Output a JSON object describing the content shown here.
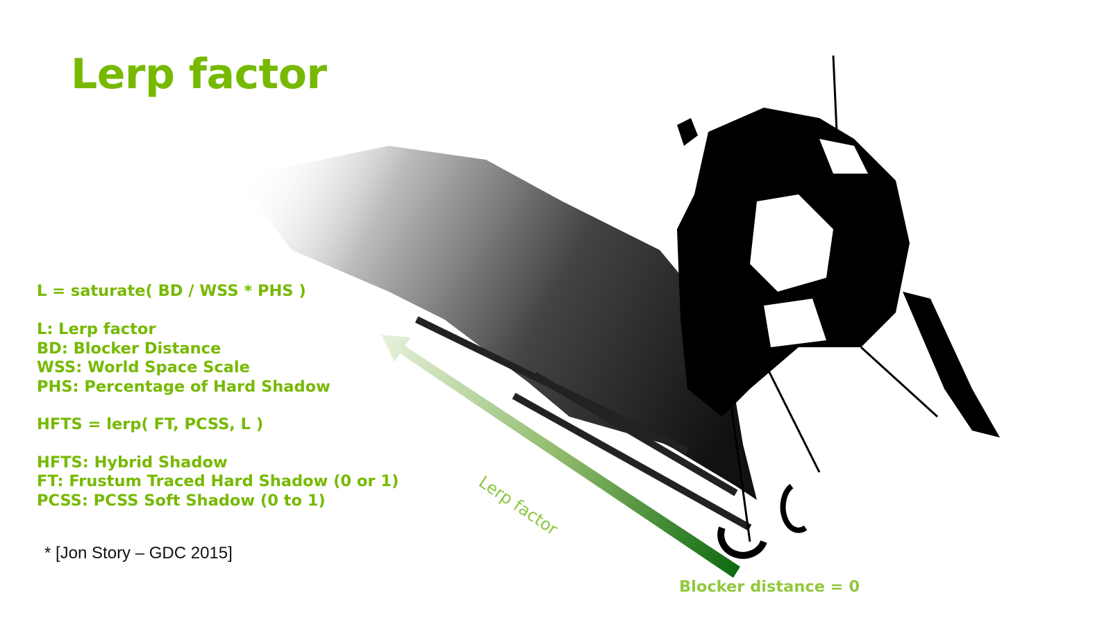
{
  "slide": {
    "title": "Lerp factor",
    "formula_lines": [
      "L = saturate( BD / WSS * PHS )",
      "L: Lerp factor",
      "BD: Blocker Distance",
      "WSS: World Space Scale",
      "PHS: Percentage of Hard Shadow",
      "HFTS = lerp( FT, PCSS, L )",
      "HFTS: Hybrid Shadow",
      "FT: Frustum Traced Hard Shadow (0 or 1)",
      "PCSS: PCSS Soft Shadow (0 to 1)"
    ],
    "citation": "* [Jon Story – GDC 2015]",
    "arrow_label": "Lerp factor",
    "blocker_label": "Blocker distance = 0"
  },
  "colors": {
    "title": "#76b900",
    "arrow_start": "#e4efd8",
    "arrow_end": "#0f6a12",
    "label": "#8dc63f"
  }
}
